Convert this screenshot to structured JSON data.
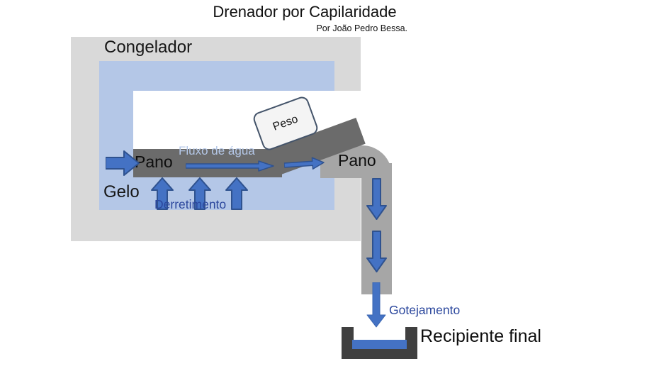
{
  "title": "Drenador por Capilaridade",
  "subtitle": "Por João Pedro Bessa.",
  "diagram": {
    "freezer_label": "Congelador",
    "ice_label": "Gelo",
    "cloth_left_label": "Pano",
    "cloth_right_label": "Pano",
    "water_flow_label": "Fluxo de água",
    "melting_label": "Derretimento",
    "weight_label": "Peso",
    "dripping_label": "Gotejamento",
    "final_container_label": "Recipiente final"
  },
  "colors": {
    "freezer_gray": "#d9d9d9",
    "ice_blue": "#b4c7e7",
    "cloth_dark_gray": "#6b6b6b",
    "pipe_gray": "#a6a6a6",
    "arrow_blue": "#4472c4",
    "arrow_outline_blue": "#2f528f",
    "label_dark_blue": "#2b479d",
    "flow_label_light_blue": "#b4c7e7",
    "container_dark": "#404040",
    "weight_border": "#44546a"
  }
}
